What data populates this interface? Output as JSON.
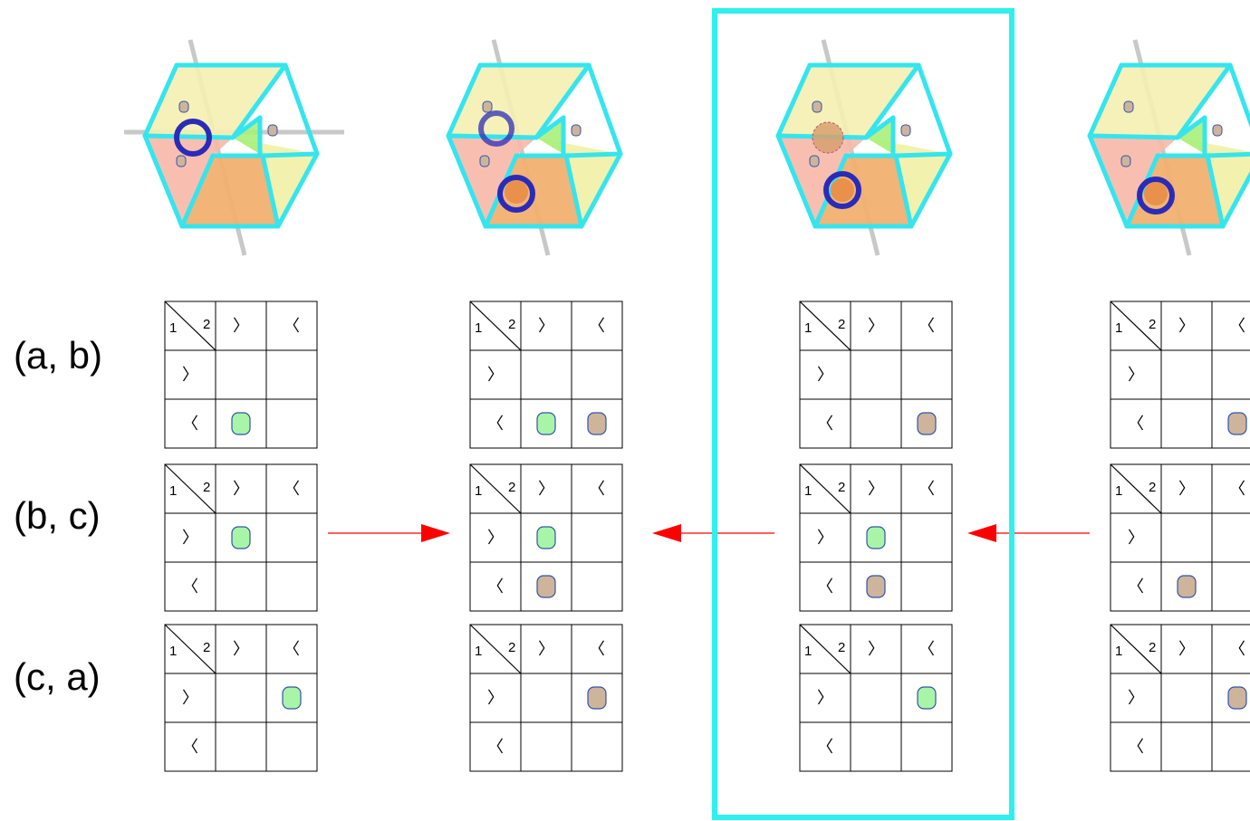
{
  "row_labels": [
    "(a, b)",
    "(b, c)",
    "(c, a)"
  ],
  "corner_labels": {
    "row": "1",
    "col": "2"
  },
  "headers": [
    "〉",
    "〈"
  ],
  "colors": {
    "highlight_frame": "#2ef0ec",
    "arrow": "#ff0000",
    "marker_green": "#a8f5a8",
    "marker_tan": "#cdb49b",
    "marker_stroke": "#3355aa",
    "ring": "#2b2bb8",
    "cube_edge": "#35e5ee",
    "face_top": "#f5f0b0",
    "face_left": "#f7b8a8",
    "face_front": "#f2b070",
    "face_right": "#f0f0a0",
    "axis": "#c8c8c8"
  },
  "panels": [
    {
      "grids": [
        {
          "marks": [
            {
              "r": 2,
              "c": 1,
              "kind": "green"
            }
          ]
        },
        {
          "marks": [
            {
              "r": 1,
              "c": 1,
              "kind": "green"
            }
          ]
        },
        {
          "marks": [
            {
              "r": 1,
              "c": 2,
              "kind": "green"
            }
          ]
        }
      ]
    },
    {
      "grids": [
        {
          "marks": [
            {
              "r": 2,
              "c": 1,
              "kind": "green"
            },
            {
              "r": 2,
              "c": 2,
              "kind": "tan"
            }
          ]
        },
        {
          "marks": [
            {
              "r": 1,
              "c": 1,
              "kind": "green"
            },
            {
              "r": 2,
              "c": 1,
              "kind": "tan"
            }
          ]
        },
        {
          "marks": [
            {
              "r": 1,
              "c": 2,
              "kind": "tan"
            }
          ]
        }
      ]
    },
    {
      "grids": [
        {
          "marks": [
            {
              "r": 2,
              "c": 2,
              "kind": "tan"
            }
          ]
        },
        {
          "marks": [
            {
              "r": 1,
              "c": 1,
              "kind": "green"
            },
            {
              "r": 2,
              "c": 1,
              "kind": "tan"
            }
          ]
        },
        {
          "marks": [
            {
              "r": 1,
              "c": 2,
              "kind": "green"
            }
          ]
        }
      ]
    },
    {
      "grids": [
        {
          "marks": [
            {
              "r": 2,
              "c": 2,
              "kind": "tan"
            }
          ]
        },
        {
          "marks": [
            {
              "r": 2,
              "c": 1,
              "kind": "tan"
            }
          ]
        },
        {
          "marks": [
            {
              "r": 1,
              "c": 2,
              "kind": "tan"
            }
          ]
        }
      ]
    }
  ],
  "arrows": [
    {
      "direction": "right",
      "between": [
        0,
        1
      ]
    },
    {
      "direction": "left",
      "between": [
        1,
        2
      ]
    },
    {
      "direction": "left",
      "between": [
        2,
        3
      ]
    }
  ],
  "highlighted_panel": 2
}
